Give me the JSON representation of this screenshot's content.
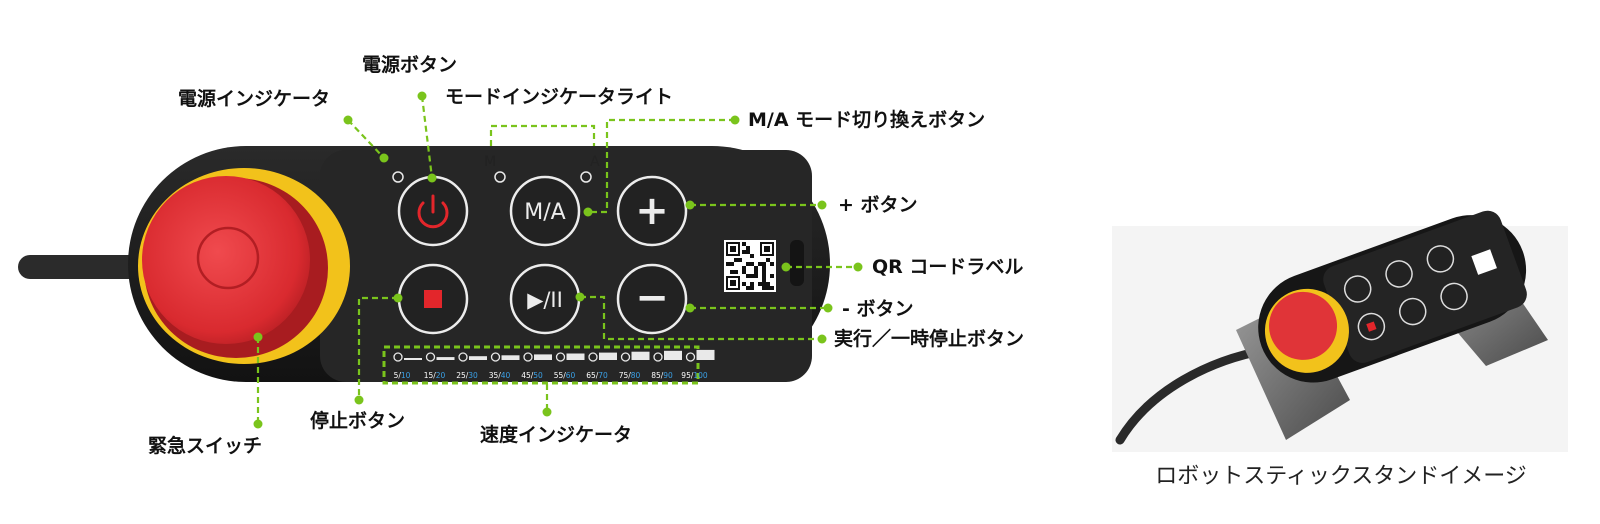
{
  "colors": {
    "callout": "#7ac41c",
    "body": "#1c1c1c",
    "panel": "#2b2b2b",
    "estop_red": "#e03438",
    "estop_yellow": "#f2c21b",
    "power_red": "#e3262b",
    "button_ring": "#e9e9e9",
    "speed_digit_white": "#ffffff",
    "speed_digit_blue": "#3aa0e6"
  },
  "callouts": {
    "power_button": "電源ボタン",
    "power_indicator": "電源インジケータ",
    "mode_indicator_light": "モードインジケータライト",
    "ma_mode_button": "M/A モード切り換えボタン",
    "plus_button": "+ ボタン",
    "qr_label": "QR コードラベル",
    "minus_button": "- ボタン",
    "run_pause_button": "実行／一時停止ボタン",
    "emergency_switch": "緊急スイッチ",
    "stop_button": "停止ボタン",
    "speed_indicator": "速度インジケータ"
  },
  "device": {
    "mode_m": "M",
    "mode_a": "A",
    "ma_button_label": "M/A",
    "plus_glyph": "+",
    "minus_glyph": "−",
    "play_pause_glyph": "▶/II",
    "power_icon": "power-icon",
    "stop_icon": "stop-square-icon"
  },
  "speed_scale": [
    {
      "a": "5",
      "b": "10"
    },
    {
      "a": "15",
      "b": "20"
    },
    {
      "a": "25",
      "b": "30"
    },
    {
      "a": "35",
      "b": "40"
    },
    {
      "a": "45",
      "b": "50"
    },
    {
      "a": "55",
      "b": "60"
    },
    {
      "a": "65",
      "b": "70"
    },
    {
      "a": "75",
      "b": "80"
    },
    {
      "a": "85",
      "b": "90"
    },
    {
      "a": "95",
      "b": "100"
    }
  ],
  "photo": {
    "caption": "ロボットスティックスタンドイメージ"
  }
}
